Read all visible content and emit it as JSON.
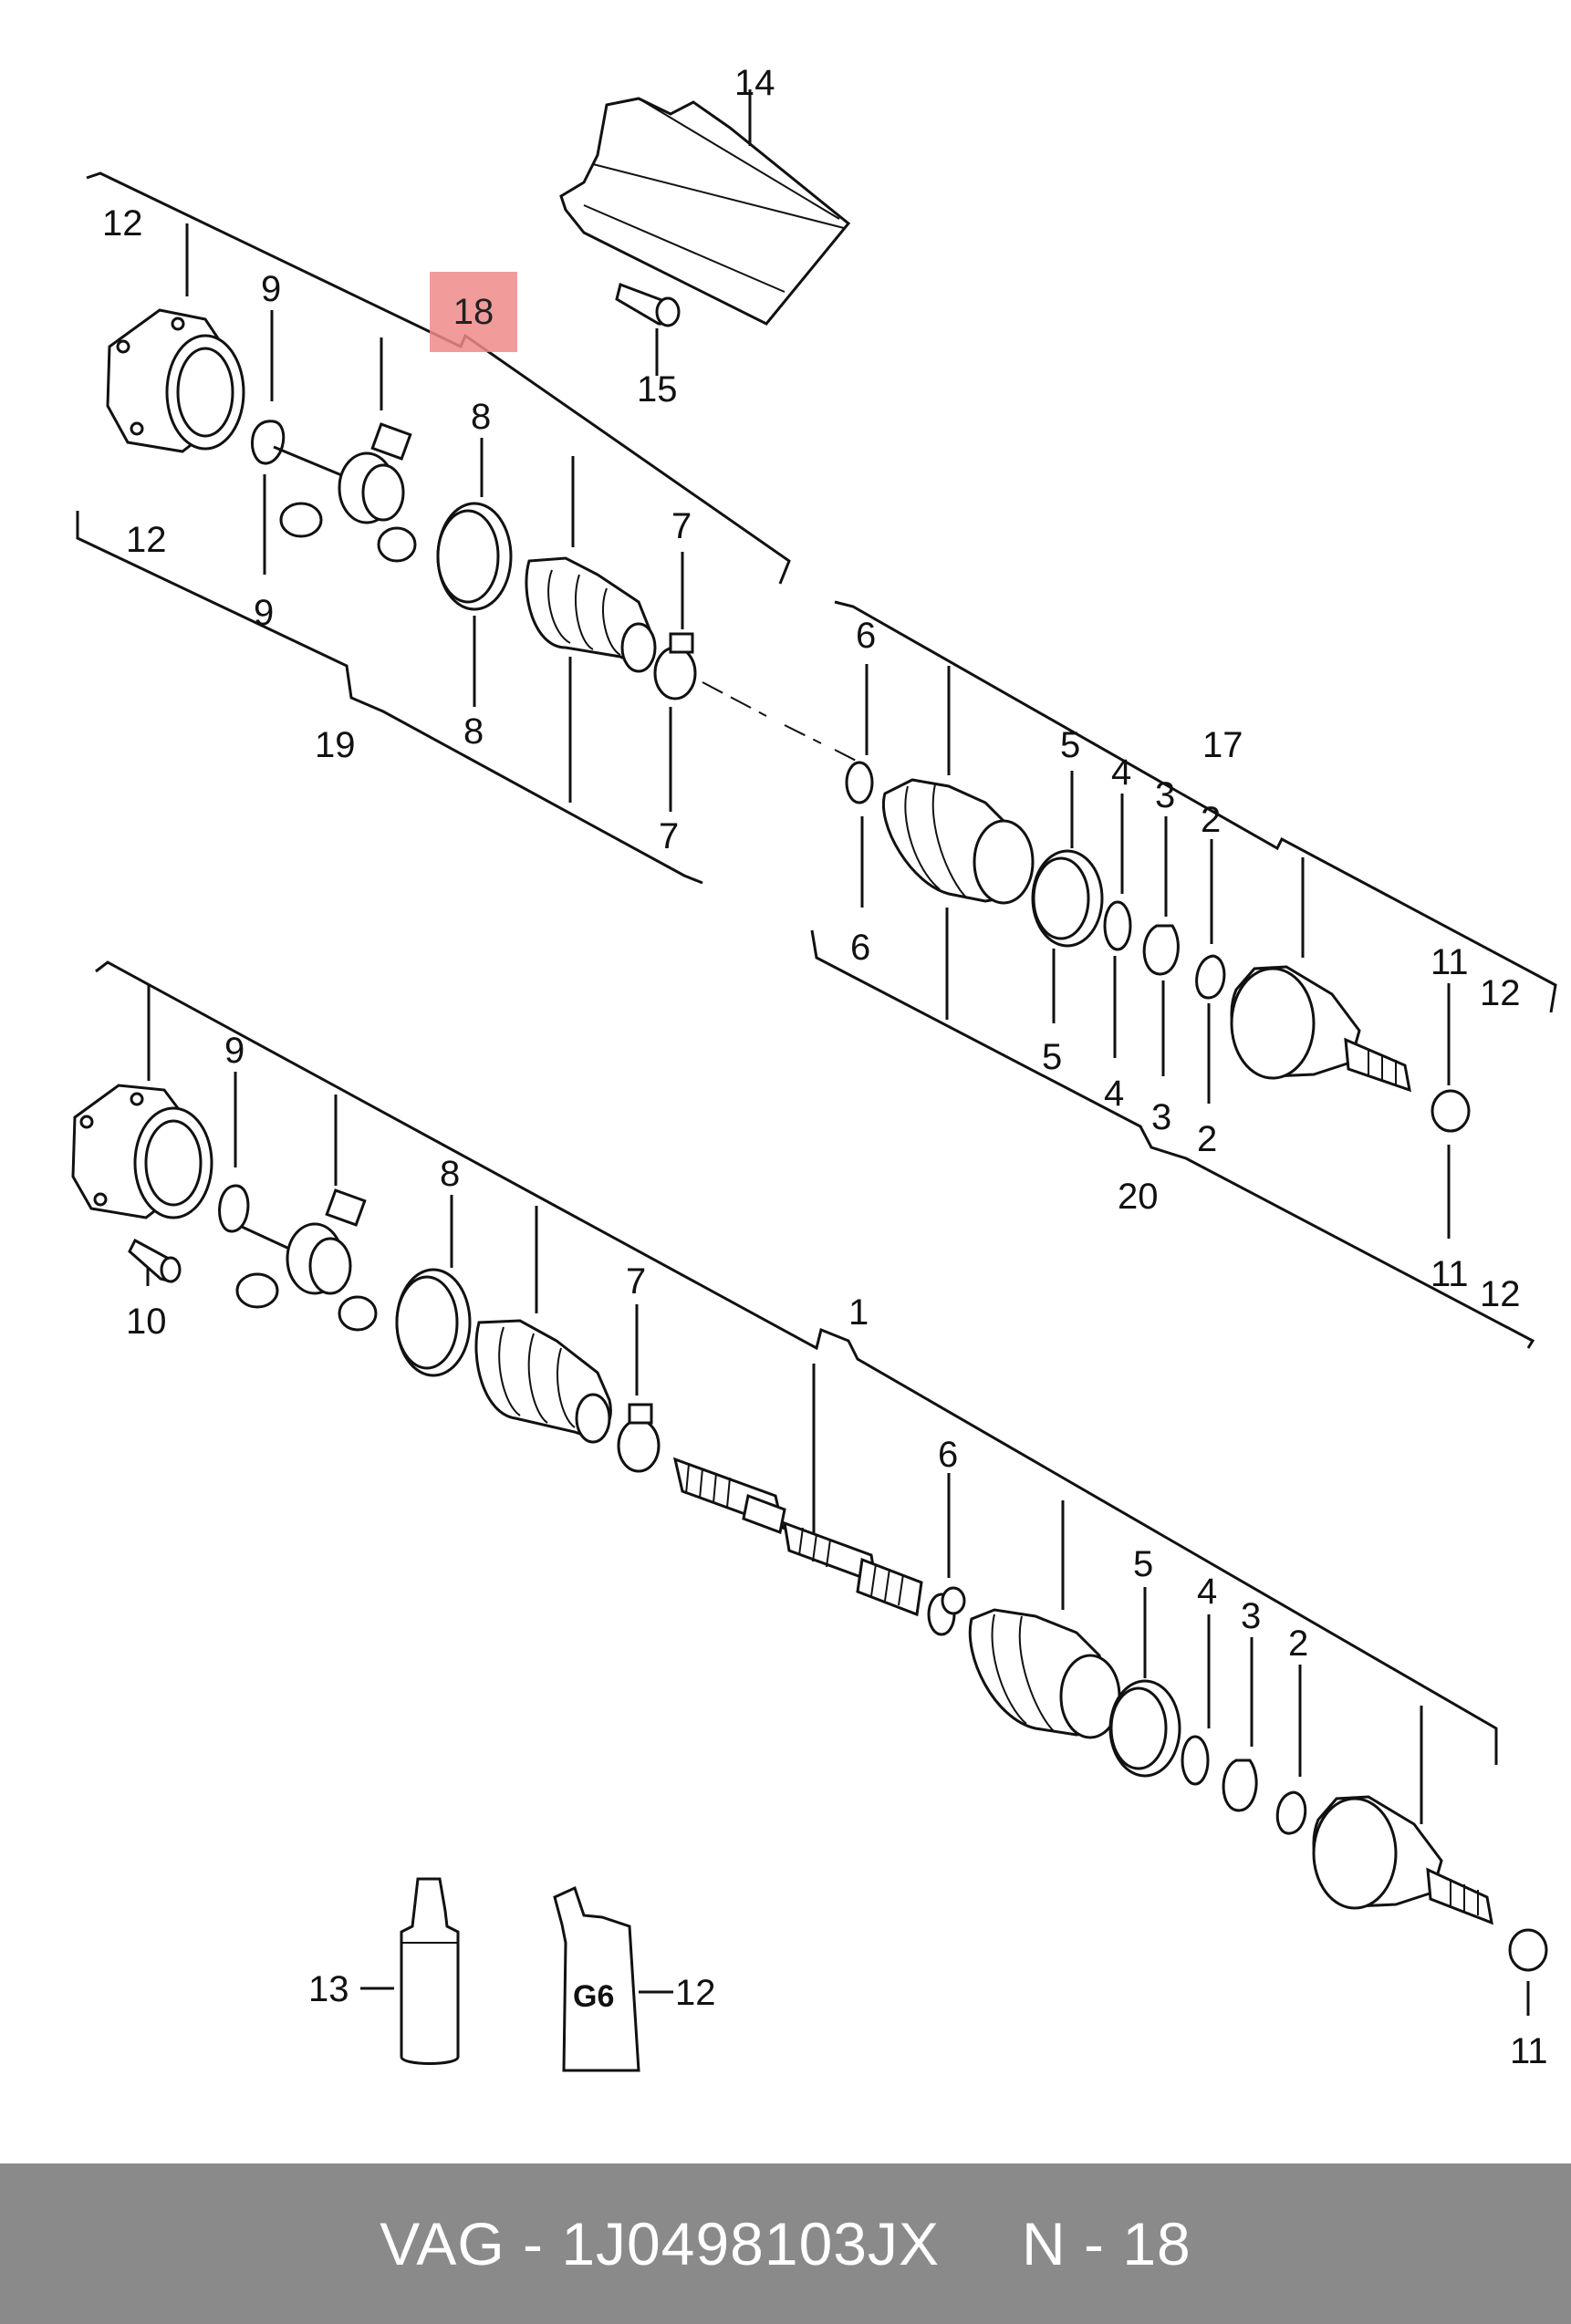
{
  "diagram": {
    "highlight_label": "18",
    "labels": {
      "l1": "1",
      "l2a": "2",
      "l2b": "2",
      "l2c": "2",
      "l3a": "3",
      "l3b": "3",
      "l3c": "3",
      "l4a": "4",
      "l4b": "4",
      "l4c": "4",
      "l5a": "5",
      "l5b": "5",
      "l5c": "5",
      "l6a": "6",
      "l6b": "6",
      "l6c": "6",
      "l7a": "7",
      "l7b": "7",
      "l7c": "7",
      "l8a": "8",
      "l8b": "8",
      "l8c": "8",
      "l9a": "9",
      "l9b": "9",
      "l9c": "9",
      "l10": "10",
      "l11a": "11",
      "l11b": "11",
      "l11c": "11",
      "l12a": "12",
      "l12b": "12",
      "l12c": "12",
      "l12d": "12",
      "l12e": "12",
      "l13": "13",
      "l14": "14",
      "l15": "15",
      "l17": "17",
      "l19": "19",
      "l20": "20",
      "tube_text": "G6"
    }
  },
  "footer": {
    "part_number": "VAG - 1J0498103JX",
    "page_ref": "N - 18"
  }
}
